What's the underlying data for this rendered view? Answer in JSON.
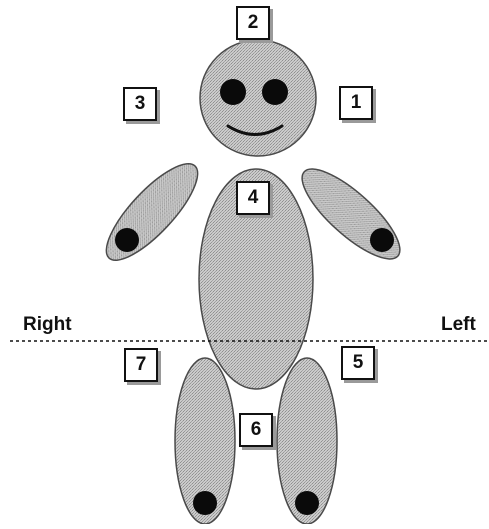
{
  "labels": {
    "right": "Right",
    "left": "Left"
  },
  "regions": [
    {
      "number": "1"
    },
    {
      "number": "2"
    },
    {
      "number": "3"
    },
    {
      "number": "4"
    },
    {
      "number": "5"
    },
    {
      "number": "6"
    },
    {
      "number": "7"
    }
  ],
  "colors": {
    "body_fill": "#c4c4c4",
    "outline": "#4a4a4a",
    "joint_dot": "#0a0a0a",
    "box_shadow": "#9a9a9a"
  }
}
